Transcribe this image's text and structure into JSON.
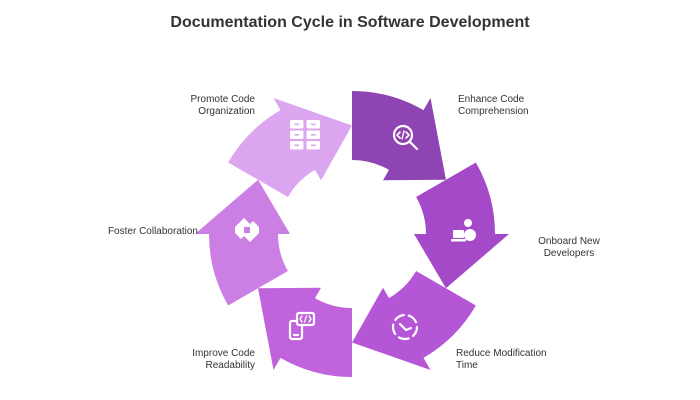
{
  "title": "Documentation Cycle in Software Development",
  "steps": [
    {
      "label_lines": [
        "Enhance Code",
        "Comprehension"
      ],
      "icon": "code-magnifier-icon",
      "color": "#8e44b3"
    },
    {
      "label_lines": [
        "Onboard New",
        "Developers"
      ],
      "icon": "developer-laptop-icon",
      "color": "#a44ac9"
    },
    {
      "label_lines": [
        "Reduce Modification",
        "Time"
      ],
      "icon": "time-cycle-icon",
      "color": "#b456d6"
    },
    {
      "label_lines": [
        "Improve Code",
        "Readability"
      ],
      "icon": "code-phone-icon",
      "color": "#c063dd"
    },
    {
      "label_lines": [
        "Foster Collaboration"
      ],
      "icon": "collaboration-arrows-icon",
      "color": "#cb7fe4"
    },
    {
      "label_lines": [
        "Promote Code",
        "Organization"
      ],
      "icon": "filing-cabinet-icon",
      "color": "#dba5ef"
    }
  ]
}
